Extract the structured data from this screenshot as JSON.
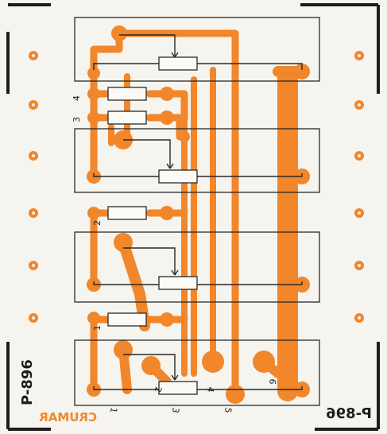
{
  "board": {
    "code": "P-896",
    "brand": "CRUMAR",
    "code_mirrored": "P-896",
    "brand_mirrored": "CRUMAR"
  },
  "labels": {
    "left_1": "1",
    "left_2": "2",
    "left_3": "3",
    "left_4": "4",
    "bottom_1": "1",
    "bottom_3": "3",
    "bottom_5": "5",
    "bottom_6": "6",
    "trace_2": "2",
    "trace_4": "4"
  },
  "colors": {
    "copper": "#f2862a",
    "paper": "#f5f4ef",
    "silkscreen": "#2a2825"
  }
}
